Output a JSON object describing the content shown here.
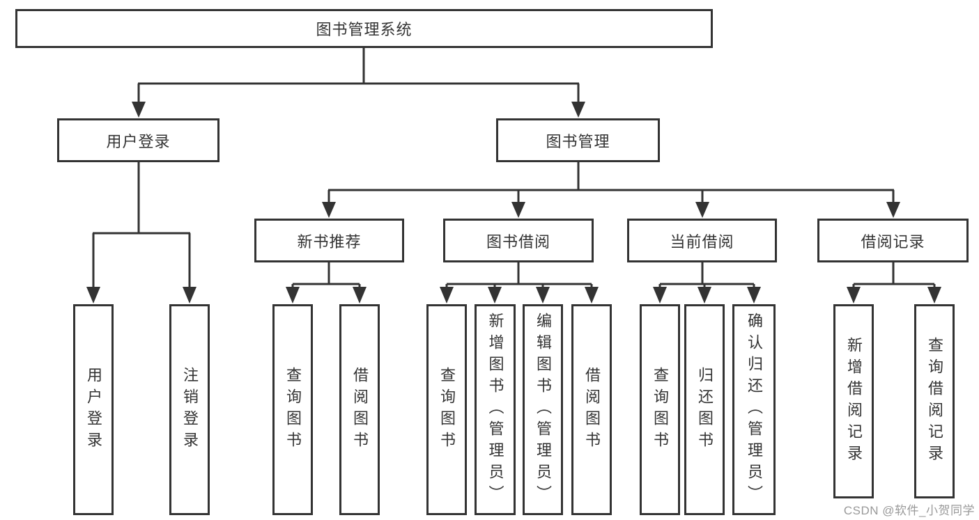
{
  "tree": {
    "root": {
      "label": "图书管理系统"
    },
    "children": [
      {
        "label": "用户登录",
        "children": [
          {
            "label": "用户登录"
          },
          {
            "label": "注销登录"
          }
        ]
      },
      {
        "label": "图书管理",
        "children": [
          {
            "label": "新书推荐",
            "children": [
              {
                "label": "查询图书"
              },
              {
                "label": "借阅图书"
              }
            ]
          },
          {
            "label": "图书借阅",
            "children": [
              {
                "label": "查询图书"
              },
              {
                "label": "新增图书（管理员）"
              },
              {
                "label": "编辑图书（管理员）"
              },
              {
                "label": "借阅图书"
              }
            ]
          },
          {
            "label": "当前借阅",
            "children": [
              {
                "label": "查询图书"
              },
              {
                "label": "归还图书"
              },
              {
                "label": "确认归还（管理员）"
              }
            ]
          },
          {
            "label": "借阅记录",
            "children": [
              {
                "label": "新增借阅记录"
              },
              {
                "label": "查询借阅记录"
              }
            ]
          }
        ]
      }
    ]
  },
  "watermark": {
    "text": "CSDN @软件_小贺同学"
  },
  "colors": {
    "line": "#333333",
    "text": "#333333",
    "background": "#ffffff",
    "watermark": "#999999"
  }
}
